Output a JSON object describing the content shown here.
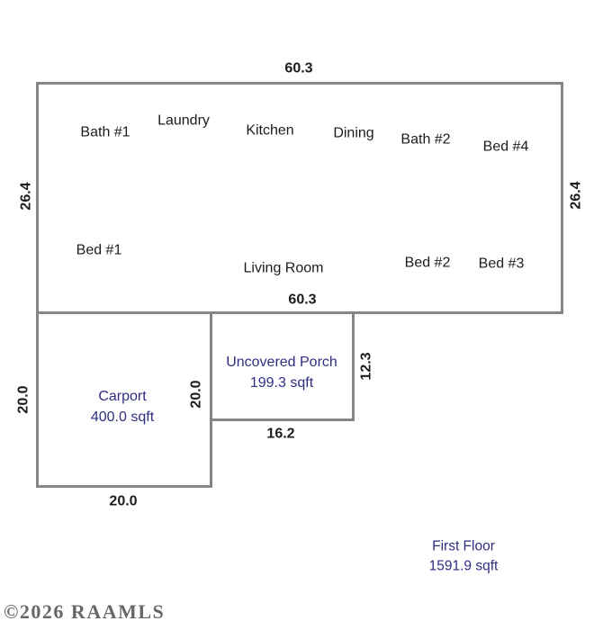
{
  "colors": {
    "wall_gray": "#858585",
    "room_text": "#1c1c1c",
    "area_text_navy": "#2e2e80",
    "watermark_gray": "#3d3d3d",
    "background": "#ffffff"
  },
  "dims": {
    "main_top": "60.3",
    "main_bottom": "60.3",
    "main_left": "26.4",
    "main_right": "26.4",
    "carport_left": "20.0",
    "carport_right": "20.0",
    "carport_bottom": "20.0",
    "porch_right": "12.3",
    "porch_bottom": "16.2"
  },
  "rooms": {
    "bath1": "Bath #1",
    "laundry": "Laundry",
    "kitchen": "Kitchen",
    "dining": "Dining",
    "bath2": "Bath #2",
    "bed4": "Bed #4",
    "bed1": "Bed #1",
    "living": "Living Room",
    "bed2": "Bed #2",
    "bed3": "Bed #3"
  },
  "areas": {
    "carport_name": "Carport",
    "carport_area": "400.0 sqft",
    "porch_name": "Uncovered Porch",
    "porch_area": "199.3 sqft",
    "summary_name": "First Floor",
    "summary_area": "1591.9 sqft"
  },
  "watermark": "©2026 RAAMLS"
}
